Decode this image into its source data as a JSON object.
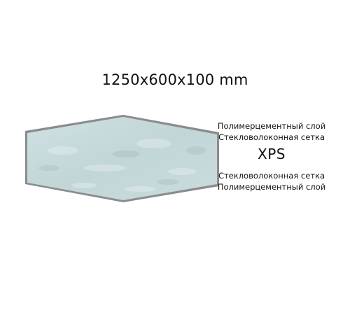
{
  "product": {
    "dimensions": "1250x600x100 mm",
    "core_material": "XPS",
    "layers_top": [
      "Полимерцементный слой",
      "Стекловолоконная сетка"
    ],
    "layers_bottom": [
      "Стекловолоконная сетка",
      "Полимерцементный слой"
    ]
  },
  "colors": {
    "panel_face": "#c6d9da",
    "panel_edge": "#8b8c8e",
    "panel_edge_dark": "#6f7072"
  }
}
